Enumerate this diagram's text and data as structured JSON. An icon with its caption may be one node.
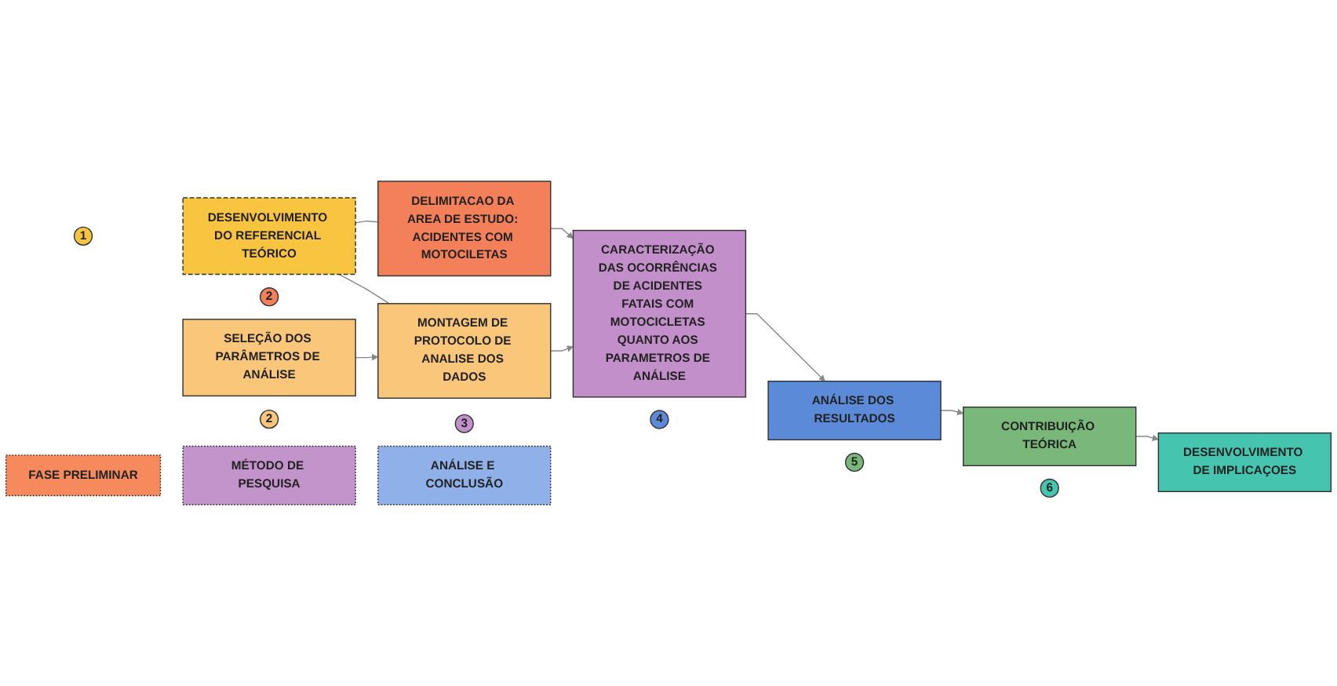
{
  "diagram": {
    "nodes": [
      {
        "text": [
          "1"
        ]
      },
      {
        "text": [
          "DESENVOLVIMENTO DO REFERENCIAL TEÓRICO"
        ]
      },
      {
        "text": [
          "2"
        ]
      },
      {
        "text": [
          "DELIMITACAO DA AREA DE ESTUDO: ACIDENTES COM MOTOCILETAS"
        ]
      },
      {
        "text": [
          "SELEÇÃO DOS PARÂMETROS DE ANÁLISE"
        ]
      },
      {
        "text": [
          "MONTAGEM DE PROTOCOLO DE ANALISE DOS DADOS"
        ]
      },
      {
        "text": [
          "2"
        ]
      },
      {
        "text": [
          "3"
        ]
      },
      {
        "text": [
          "CARACTERIZAÇÃO DAS OCORRÊNCIAS DE ACIDENTES FATAIS COM MOTOCICLETAS QUANTO AOS PARAMETROS DE ANÁLISE"
        ]
      },
      {
        "text": [
          "4"
        ]
      },
      {
        "text": [
          "ANÁLISE DOS RESULTADOS"
        ]
      },
      {
        "text": [
          "5"
        ]
      },
      {
        "text": [
          "CONTRIBUIÇÃO TEÓRICA"
        ]
      },
      {
        "text": [
          "6"
        ]
      },
      {
        "text": [
          "DESENVOLVIMENTO DE IMPLICAÇOES"
        ]
      },
      {
        "text": [
          "FASE PRELIMINAR"
        ]
      },
      {
        "text": [
          "MÉTODO DE PESQUISA"
        ]
      },
      {
        "text": [
          "ANÁLISE E CONCLUSÃO"
        ]
      }
    ],
    "edges": [
      {
        "from": 1,
        "to": 3,
        "arrow": "none"
      },
      {
        "from": 1,
        "to": 5,
        "arrow": "none"
      },
      {
        "from": 4,
        "to": 5,
        "arrow": "to"
      },
      {
        "from": 3,
        "to": 8,
        "arrow": "to"
      },
      {
        "from": 5,
        "to": 8,
        "arrow": "to"
      },
      {
        "from": 8,
        "to": 10,
        "arrow": "to"
      },
      {
        "from": 10,
        "to": 12,
        "arrow": "to"
      },
      {
        "from": 12,
        "to": 14,
        "arrow": "to"
      }
    ]
  }
}
